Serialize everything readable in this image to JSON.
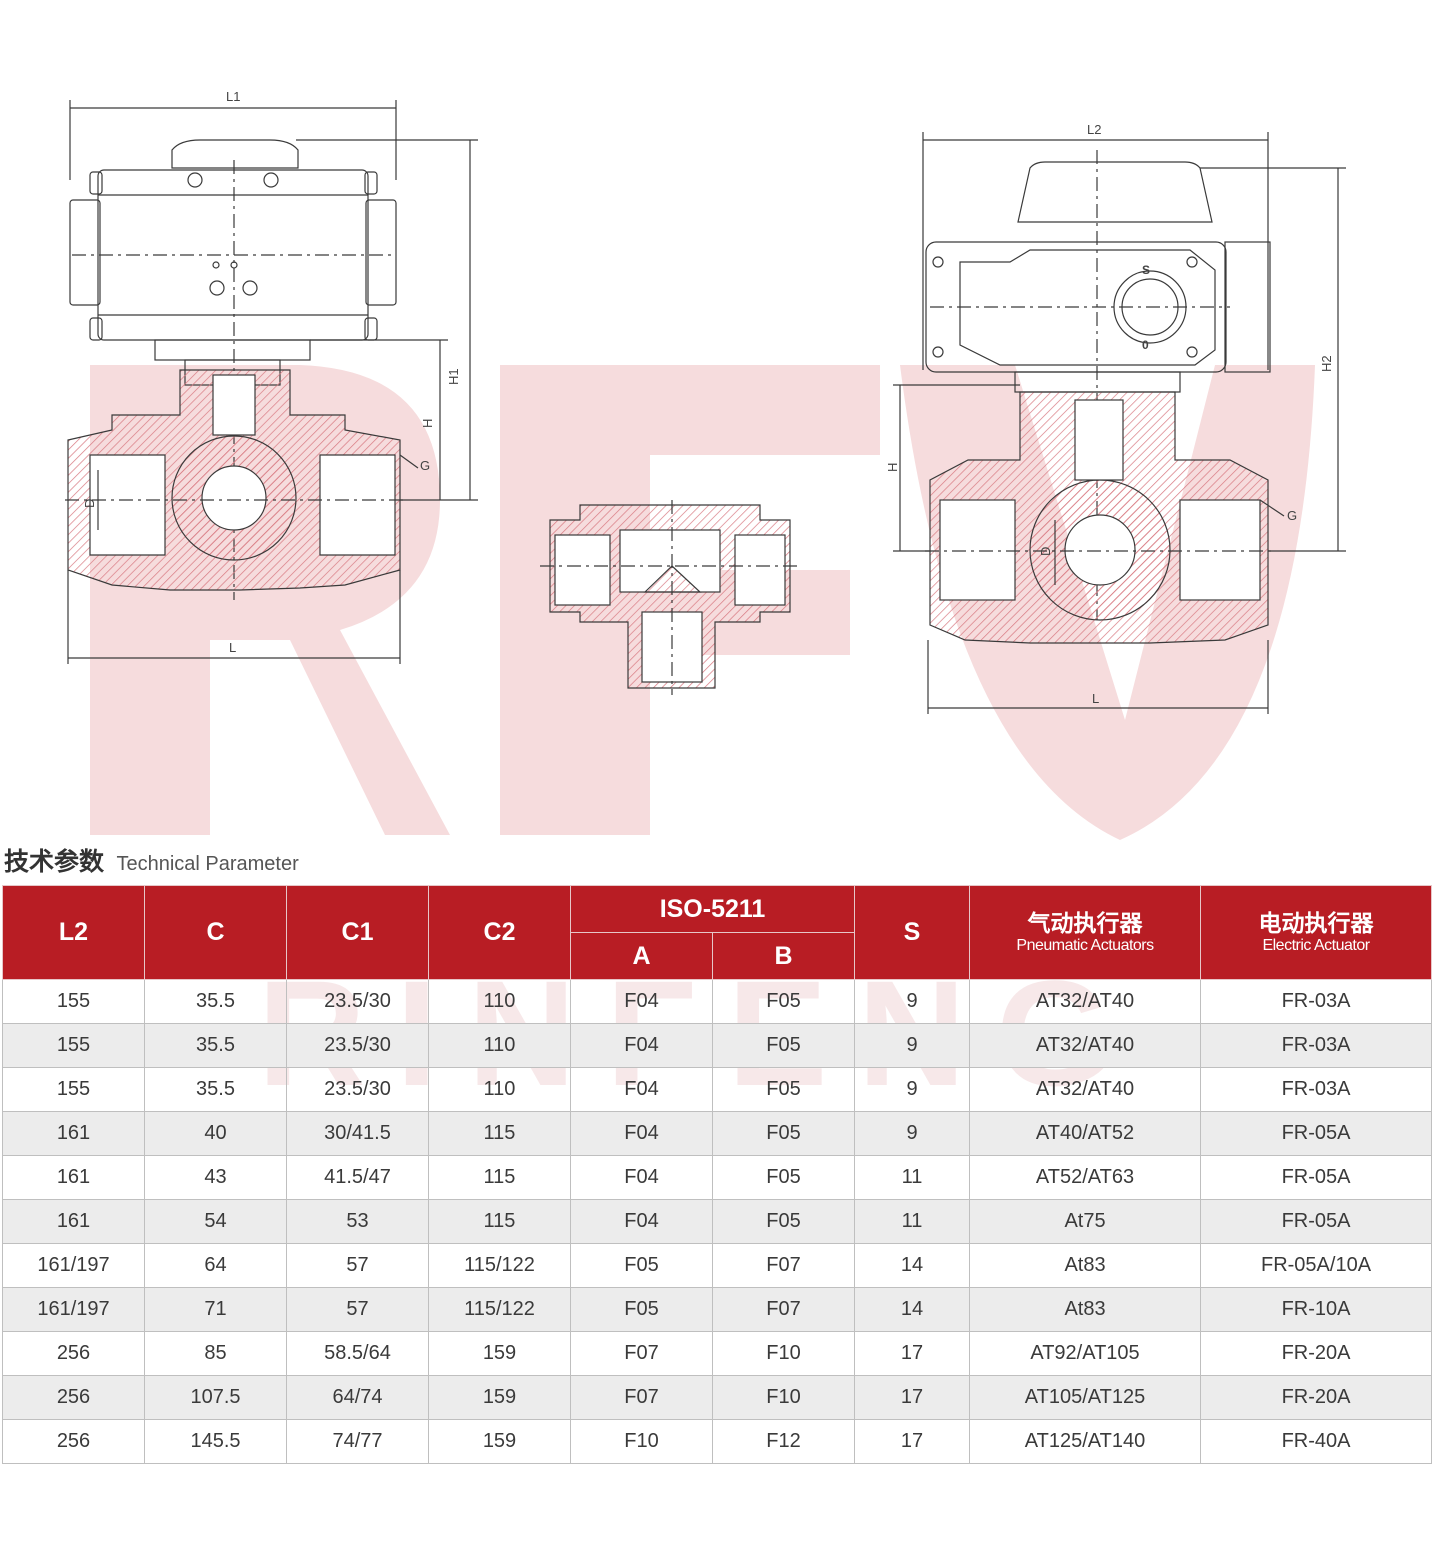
{
  "drawing_labels": {
    "pneumatic": {
      "l1": "L1",
      "h1": "H1",
      "h": "H",
      "g": "G",
      "d": "D",
      "l": "L"
    },
    "electric": {
      "l2": "L2",
      "h2": "H2",
      "h": "H",
      "g": "G",
      "d": "D",
      "l": "L",
      "s_mark": "S",
      "o_mark": "0"
    }
  },
  "watermark": {
    "logo_text": "RFV",
    "brand_text": "RINFENG"
  },
  "colors": {
    "header_red": "#b81d24",
    "alt_row": "#ececec",
    "line": "#3a3a3a",
    "hatch": "#d87a82"
  },
  "section": {
    "title_cn": "技术参数",
    "title_en": "Technical Parameter"
  },
  "table": {
    "headers": {
      "l2": "L2",
      "c": "C",
      "c1": "C1",
      "c2": "C2",
      "iso": "ISO-5211",
      "a": "A",
      "b": "B",
      "s": "S",
      "pneu_cn": "气动执行器",
      "pneu_en": "Pneumatic Actuators",
      "elec_cn": "电动执行器",
      "elec_en": "Electric Actuator"
    },
    "rows": [
      [
        "155",
        "35.5",
        "23.5/30",
        "110",
        "F04",
        "F05",
        "9",
        "AT32/AT40",
        "FR-03A"
      ],
      [
        "155",
        "35.5",
        "23.5/30",
        "110",
        "F04",
        "F05",
        "9",
        "AT32/AT40",
        "FR-03A"
      ],
      [
        "155",
        "35.5",
        "23.5/30",
        "110",
        "F04",
        "F05",
        "9",
        "AT32/AT40",
        "FR-03A"
      ],
      [
        "161",
        "40",
        "30/41.5",
        "115",
        "F04",
        "F05",
        "9",
        "AT40/AT52",
        "FR-05A"
      ],
      [
        "161",
        "43",
        "41.5/47",
        "115",
        "F04",
        "F05",
        "11",
        "AT52/AT63",
        "FR-05A"
      ],
      [
        "161",
        "54",
        "53",
        "115",
        "F04",
        "F05",
        "11",
        "At75",
        "FR-05A"
      ],
      [
        "161/197",
        "64",
        "57",
        "115/122",
        "F05",
        "F07",
        "14",
        "At83",
        "FR-05A/10A"
      ],
      [
        "161/197",
        "71",
        "57",
        "115/122",
        "F05",
        "F07",
        "14",
        "At83",
        "FR-10A"
      ],
      [
        "256",
        "85",
        "58.5/64",
        "159",
        "F07",
        "F10",
        "17",
        "AT92/AT105",
        "FR-20A"
      ],
      [
        "256",
        "107.5",
        "64/74",
        "159",
        "F07",
        "F10",
        "17",
        "AT105/AT125",
        "FR-20A"
      ],
      [
        "256",
        "145.5",
        "74/77",
        "159",
        "F10",
        "F12",
        "17",
        "AT125/AT140",
        "FR-40A"
      ]
    ]
  }
}
